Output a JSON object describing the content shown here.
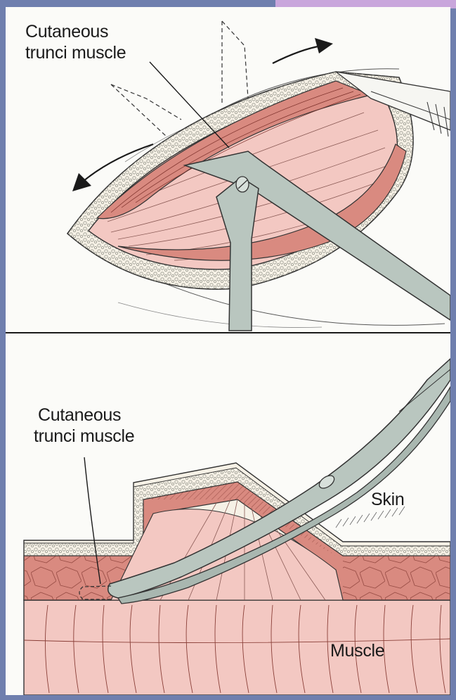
{
  "top_panel": {
    "label_line1": "Cutaneous",
    "label_line2": "trunci muscle"
  },
  "bottom_panel": {
    "label_line1": "Cutaneous",
    "label_line2": "trunci muscle",
    "skin_label": "Skin",
    "muscle_label": "Muscle"
  },
  "colors": {
    "frame": "#6f7fae",
    "muscle_dark": "#d98a80",
    "muscle_light": "#f3c8c2",
    "instrument": "#b9c6bf",
    "fat": "#f6f1e6"
  }
}
